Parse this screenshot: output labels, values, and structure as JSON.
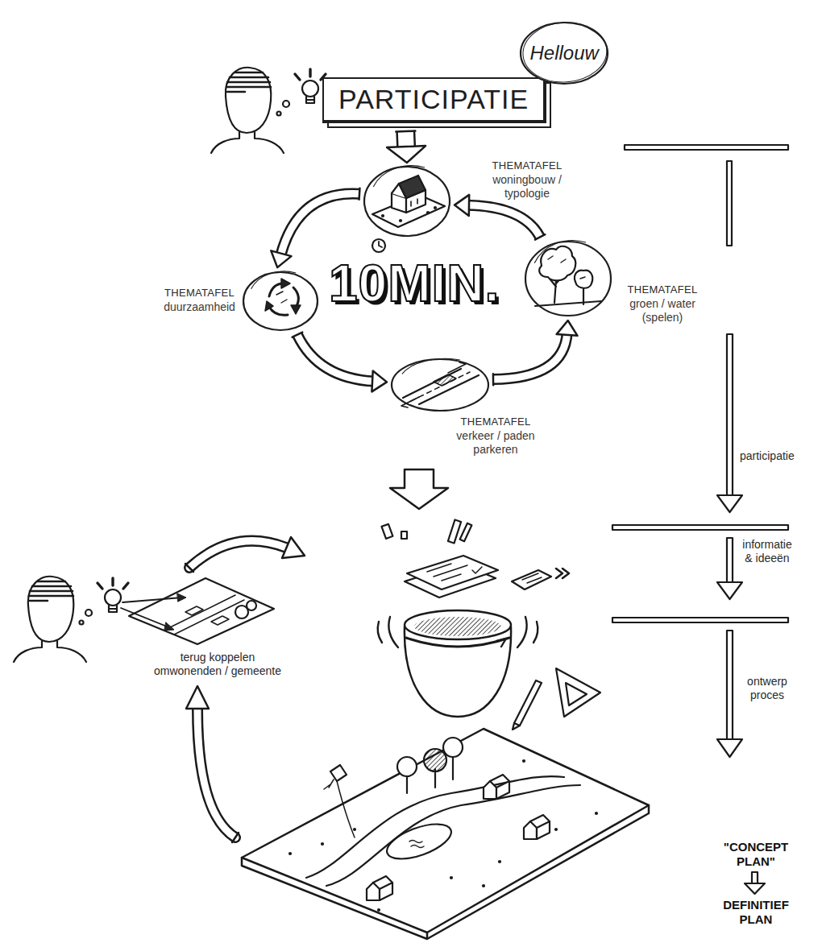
{
  "diagram": {
    "nodes": [
      {
        "text": [
          "Hellouw"
        ]
      },
      {
        "text": [
          "PARTICIPATIE"
        ]
      },
      {
        "text": [
          "THEMATAFEL",
          "woningbouw / typologie"
        ]
      },
      {
        "text": [
          "THEMATAFEL",
          "duurzaamheid"
        ]
      },
      {
        "text": [
          "THEMATAFEL",
          "groen / water (spelen)"
        ]
      },
      {
        "text": [
          "THEMATAFEL",
          "verkeer / paden parkeren"
        ]
      }
    ],
    "edges": [
      {
        "from": 1,
        "to": 2,
        "arrow": "to"
      },
      {
        "from": 2,
        "to": 3,
        "arrow": "to"
      },
      {
        "from": 3,
        "to": 5,
        "arrow": "to"
      },
      {
        "from": 5,
        "to": 4,
        "arrow": "to"
      },
      {
        "from": 4,
        "to": 2,
        "arrow": "to"
      }
    ],
    "labels": [
      "10MIN.",
      "terug koppelen omwonenden / gemeente",
      "participatie",
      "informatie & ideeën",
      "ontwerp proces",
      "\"CONCEPT PLAN\"",
      "DEFINITIEF PLAN"
    ]
  }
}
